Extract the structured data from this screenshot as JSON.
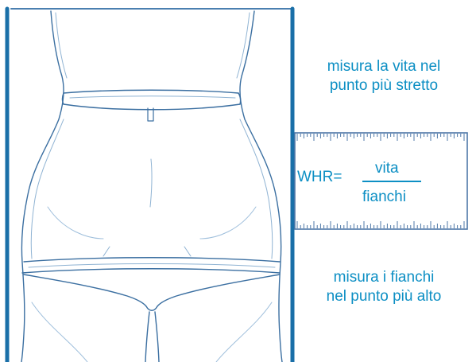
{
  "colors": {
    "text": "#0d8fc4",
    "frame": "#1a6fa8",
    "sketch": "#3b6fa1",
    "ruler": "#4f78a8"
  },
  "captions": {
    "waist": [
      "misura la vita nel",
      "punto più stretto"
    ],
    "hips": [
      "misura i fianchi",
      "nel punto più alto"
    ]
  },
  "formula": {
    "label": "WHR=",
    "numerator": "vita",
    "denominator": "fianchi"
  }
}
